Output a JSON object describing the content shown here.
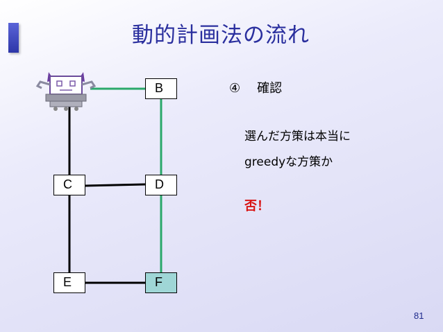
{
  "slide": {
    "title": "動的計画法の流れ",
    "page_number": "81"
  },
  "graph": {
    "nodes": [
      {
        "id": "B",
        "label": "B",
        "highlight": false
      },
      {
        "id": "C",
        "label": "C",
        "highlight": false
      },
      {
        "id": "D",
        "label": "D",
        "highlight": false
      },
      {
        "id": "E",
        "label": "E",
        "highlight": false
      },
      {
        "id": "F",
        "label": "F",
        "highlight": true
      }
    ],
    "edges": [
      {
        "from": "A",
        "to": "B",
        "color": "#2aa86a"
      },
      {
        "from": "A",
        "to": "C",
        "color": "#000000"
      },
      {
        "from": "B",
        "to": "D",
        "color": "#2aa86a"
      },
      {
        "from": "C",
        "to": "D",
        "color": "#000000"
      },
      {
        "from": "C",
        "to": "E",
        "color": "#000000"
      },
      {
        "from": "D",
        "to": "F",
        "color": "#2aa86a"
      },
      {
        "from": "E",
        "to": "F",
        "color": "#000000"
      }
    ],
    "colors": {
      "selected_edge": "#2aa86a",
      "normal_edge": "#000000",
      "highlight_node": "#9fd6d6"
    }
  },
  "text": {
    "step_number": "④",
    "step_label": "確認",
    "question_line1": "選んだ方策は本当に",
    "question_line2": "greedyな方策か",
    "answer": "否！"
  },
  "icons": {
    "mascot": "robot-mascot-icon",
    "accent": "title-accent-bar"
  }
}
